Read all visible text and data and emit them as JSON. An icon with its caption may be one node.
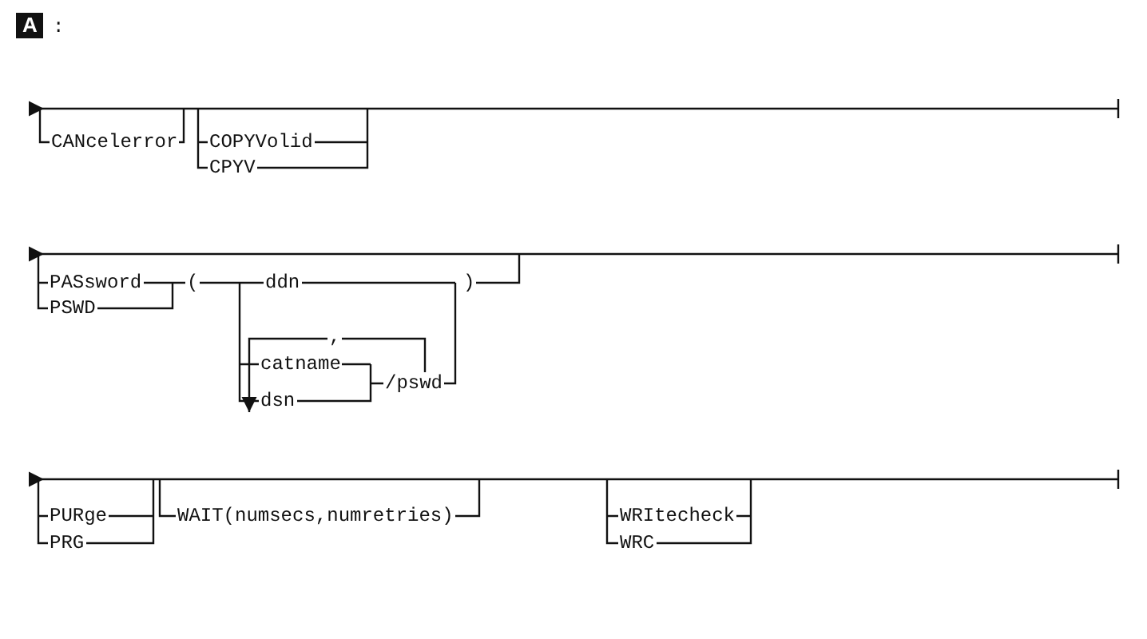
{
  "diagram": {
    "labels": [
      "A",
      ":",
      "CANcelerror",
      "COPYVolid",
      "CPYV",
      "PASsword",
      "PSWD",
      "(",
      "ddn",
      ")",
      ",",
      "catname",
      "dsn",
      "/pswd",
      "PURge",
      "PRG",
      "WAIT(numsecs,numretries)",
      "WRItecheck",
      "WRC"
    ]
  }
}
